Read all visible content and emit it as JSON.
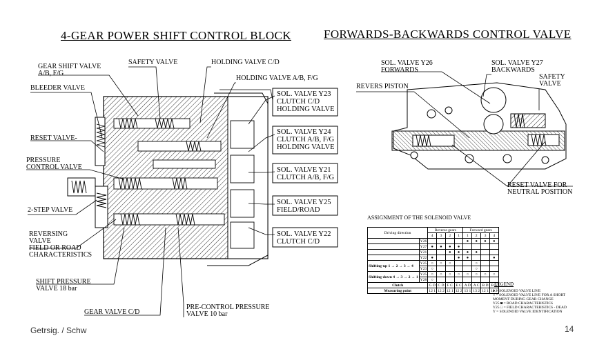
{
  "left": {
    "title": "4-GEAR POWER SHIFT CONTROL BLOCK",
    "labels": {
      "gear_shift_valve": [
        "GEAR SHIFT VALVE",
        "A/B, F/G"
      ],
      "safety_valve": "SAFETY VALVE",
      "holding_cd": "HOLDING VALVE C/D",
      "holding_ab": "HOLDING VALVE  A/B, F/G",
      "bleeder": "BLEEDER VALVE",
      "reset": "RESET VALVE-",
      "pressure_control": [
        "PRESSURE",
        "CONTROL VALVE"
      ],
      "two_step": "2-STEP VALVE",
      "reversing": [
        "REVERSING",
        "VALVE",
        "FIELD OR ROAD",
        "CHARACTERISTICS"
      ],
      "shift_pressure": [
        "SHIFT PRESSURE",
        "VALVE 18 bar"
      ],
      "gear_valve": "GEAR VALVE  C/D",
      "pre_control": [
        "PRE-CONTROL PRESSURE",
        "VALVE 10 bar"
      ]
    },
    "solenoids": [
      [
        "SOL. VALVE  Y23",
        "CLUTCH  C/D",
        "HOLDING VALVE"
      ],
      [
        "SOL. VALVE  Y24",
        "CLUTCH  A/B, F/G",
        "HOLDING VALVE"
      ],
      [
        "SOL. VALVE  Y21",
        "CLUTCH  A/B, F/G"
      ],
      [
        "SOL. VALVE  Y25",
        "FIELD/ROAD"
      ],
      [
        "SOL. VALVE  Y22",
        "CLUTCH     C/D"
      ]
    ]
  },
  "right": {
    "title": "FORWARDS-BACKWARDS CONTROL VALVE",
    "labels": {
      "y26": [
        "SOL. VALVE  Y26",
        "FORWARDS"
      ],
      "y27": [
        "SOL. VALVE  Y27",
        "BACKWARDS"
      ],
      "safety": [
        "SAFETY",
        "VALVE"
      ],
      "revers_piston": "REVERS PISTON",
      "reset_neutral": [
        "RESET VALVE FOR",
        "NEUTRAL POSITION"
      ]
    },
    "assignment_title": "ASSIGNMENT OF THE SOLENOID VALVE",
    "table": {
      "h_direction": [
        "Driving",
        "direction"
      ],
      "h_reverse": [
        "Reverse",
        "gears"
      ],
      "h_forward": [
        "Forward",
        "gears"
      ],
      "gear_numbers": [
        "4",
        "3",
        "2",
        "1",
        "1",
        "2",
        "3",
        "4"
      ],
      "rows": [
        {
          "label": "Y26",
          "cells": [
            "",
            "",
            "",
            "",
            "●",
            "●",
            "●",
            "●"
          ]
        },
        {
          "label": "Y27",
          "cells": [
            "●",
            "●",
            "●",
            "●",
            "",
            "",
            "",
            ""
          ]
        },
        {
          "label": "Y21",
          "cells": [
            "",
            "",
            "●",
            "●",
            "●",
            "●",
            "",
            ""
          ]
        },
        {
          "label": "Y22",
          "cells": [
            "●",
            "",
            "",
            "●",
            "●",
            "",
            "",
            "●"
          ]
        },
        {
          "label": "Y25",
          "cells": [
            "○",
            "○",
            "○",
            "",
            "",
            "○",
            "",
            ""
          ],
          "group": "Shifting-up",
          "group_sub": "1 → 2 → 3 → 4"
        },
        {
          "label": "Y23",
          "cells": [
            "○",
            "",
            "",
            "",
            "",
            "○",
            "",
            ""
          ]
        },
        {
          "label": "Y25",
          "cells": [
            "○",
            "○",
            "○",
            "○",
            "○",
            "○",
            "○",
            "○"
          ],
          "group": "Shifting-down",
          "group_sub": "4 → 3 → 2 → 1"
        },
        {
          "label": "Y28",
          "cells": [
            "○",
            "",
            "",
            "",
            "",
            "",
            "",
            ""
          ]
        }
      ],
      "clutch_label": "Clutch",
      "clutch": [
        [
          "G",
          "D"
        ],
        [
          "C",
          "D"
        ],
        [
          "F",
          "C"
        ],
        [
          "E",
          "C"
        ],
        [
          "A",
          "D"
        ],
        [
          "A",
          "C"
        ],
        [
          "B",
          "D"
        ],
        [
          "B",
          "C"
        ]
      ],
      "measuring_label": [
        "Measuring",
        "point"
      ],
      "measuring": [
        [
          "12",
          "1"
        ],
        [
          "12",
          "2"
        ],
        [
          "12",
          "1"
        ],
        [
          "12",
          "2"
        ],
        [
          "13",
          "1"
        ],
        [
          "13",
          "2"
        ],
        [
          "12",
          "1"
        ],
        [
          "12",
          "2"
        ]
      ]
    },
    "legend": {
      "title": "LEGEND",
      "items": [
        "= SOLENOID VALVE LIVE",
        "= SOLENOID VALVE LIVE FOR A SHORT MOMENT DURING GEAR CHANGE",
        "= ROAD CHARACTERISTICS",
        "= FIELD CHARACTERISTICS - DEAD",
        "= SOLENOID VALVE IDENTIFICATION"
      ],
      "codes": [
        "Y25",
        "Y25",
        "Y"
      ]
    }
  },
  "footer": {
    "author": "Getrsig. / Schw",
    "page": "14"
  }
}
